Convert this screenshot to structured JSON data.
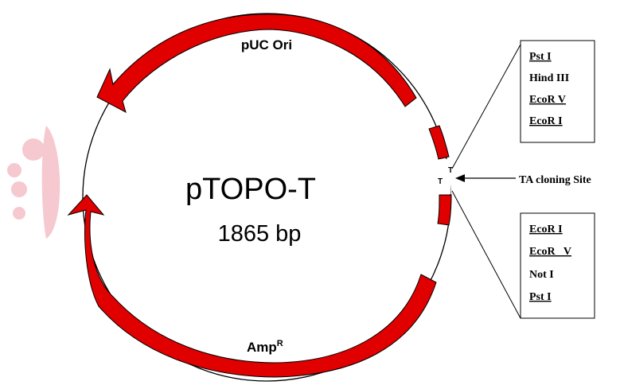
{
  "plasmid": {
    "name": "pTOPO-T",
    "size": "1865 bp"
  },
  "features": {
    "ori_label": "pUC Ori",
    "amp_label_main": "Amp",
    "amp_label_sup": "R"
  },
  "insert": {
    "t_top": "T",
    "t_bottom": "T",
    "site_label": "TA cloning Site"
  },
  "sites_top": [
    "Pst I",
    "Hind III",
    "EcoR V",
    "EcoR I"
  ],
  "sites_bottom": [
    "EcoR I",
    "EcoR   V",
    "Not I",
    "Pst I"
  ],
  "colors": {
    "feature": "#e00000",
    "outline": "#000000",
    "watermark": "#f6c8cf"
  }
}
